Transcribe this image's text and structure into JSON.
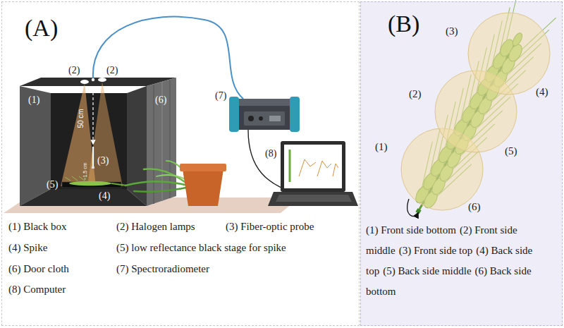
{
  "diagram": {
    "nodes": [
      {
        "text": [
          "(A)"
        ]
      },
      {
        "text": [
          "(B)"
        ]
      }
    ],
    "labels": [
      "(1)",
      "(2)",
      "(2)",
      "(3)",
      "50 cm",
      "~1.5 cm",
      "(4)",
      "(5)",
      "(6)",
      "(7)",
      "(8)",
      "(1) Black box",
      "(2) Halogen lamps",
      "(3) Fiber-optic probe",
      "(4) Spike",
      "(5) low reflectance black stage for spike",
      "(6) Door cloth",
      "(7) Spectroradiometer",
      "(8) Computer",
      "(1)",
      "(2)",
      "(3)",
      "(4)",
      "(5)",
      "(6)",
      "(1) Front side bottom",
      "(2) Front side middle",
      "(3) Front side top",
      "(4) Back side top",
      "(5) Back side middle",
      "(6) Back side bottom"
    ]
  }
}
